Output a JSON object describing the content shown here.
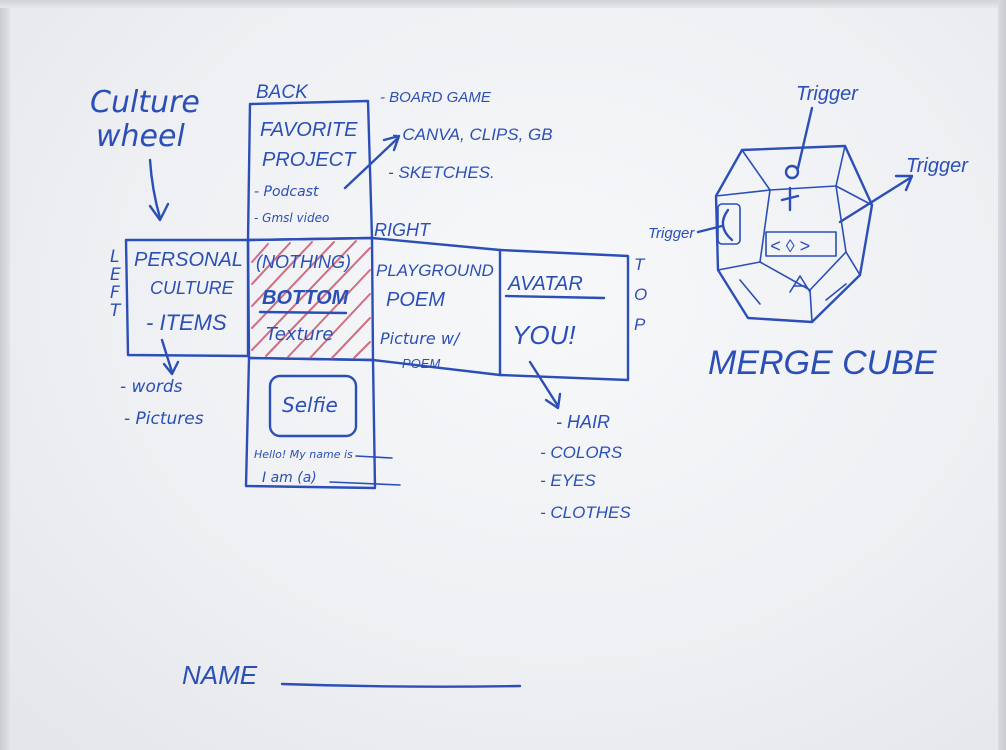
{
  "left_notes": {
    "title_line1": "Culture",
    "title_line2": "wheel",
    "side_label": "LEFT",
    "bullets": [
      "- words",
      "- Pictures"
    ]
  },
  "net": {
    "back": {
      "label": "BACK",
      "line1": "FAVORITE",
      "line2": "PROJECT",
      "line3": "- Podcast",
      "line4": "- Gmsl video"
    },
    "left_face": {
      "line1": "PERSONAL",
      "line2": "CULTURE",
      "line3": "- ITEMS"
    },
    "bottom_face": {
      "line1": "(NOTHING)",
      "line2": "BOTTOM",
      "line3": "Texture"
    },
    "right_face": {
      "label": "RIGHT",
      "line1": "PLAYGROUND",
      "line2": "POEM",
      "line3": "Picture w/",
      "line4": "POEM"
    },
    "top_face": {
      "label": "TOP",
      "line1": "AVATAR",
      "line2": "YOU!"
    },
    "front_face": {
      "selfie": "Selfie",
      "line1": "Hello! My name is",
      "line2": "I am (a)"
    }
  },
  "back_notes": [
    "- BOARD GAME",
    "- CANVA, CLIPS, GB",
    "- SKETCHES."
  ],
  "avatar_notes": [
    "- HAIR",
    "- COLORS",
    "- EYES",
    "- CLOTHES"
  ],
  "merge_cube": {
    "title": "MERGE CUBE",
    "trigger_labels": [
      "Trigger",
      "Trigger",
      "Trigger"
    ]
  },
  "name_label": "NAME",
  "colors": {
    "marker_blue": "#2b4fb6",
    "hatch_red": "#c9566c",
    "board": "#f2f3f5"
  }
}
